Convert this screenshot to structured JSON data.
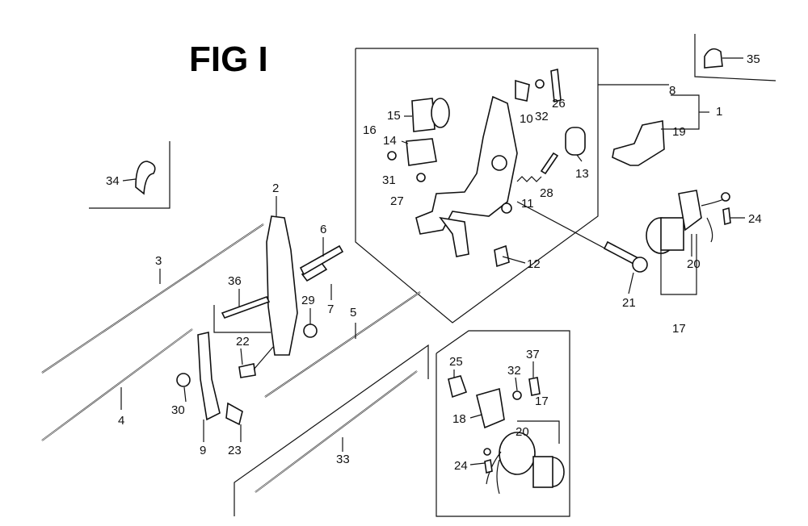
{
  "figure_title": "FIG I",
  "labels": {
    "p1": "1",
    "p2": "2",
    "p3": "3",
    "p4": "4",
    "p5": "5",
    "p6": "6",
    "p7": "7",
    "p8": "8",
    "p9": "9",
    "p10": "10",
    "p11": "11",
    "p12": "12",
    "p13": "13",
    "p14": "14",
    "p15": "15",
    "p16": "16",
    "p17": "17",
    "p17b": "17",
    "p18": "18",
    "p19": "19",
    "p20": "20",
    "p20b": "20",
    "p21": "21",
    "p22": "22",
    "p23": "23",
    "p24": "24",
    "p24b": "24",
    "p25": "25",
    "p26": "26",
    "p27": "27",
    "p28": "28",
    "p29": "29",
    "p30": "30",
    "p31": "31",
    "p32": "32",
    "p32b": "32",
    "p33": "33",
    "p34": "34",
    "p35": "35",
    "p36": "36",
    "p37": "37"
  }
}
